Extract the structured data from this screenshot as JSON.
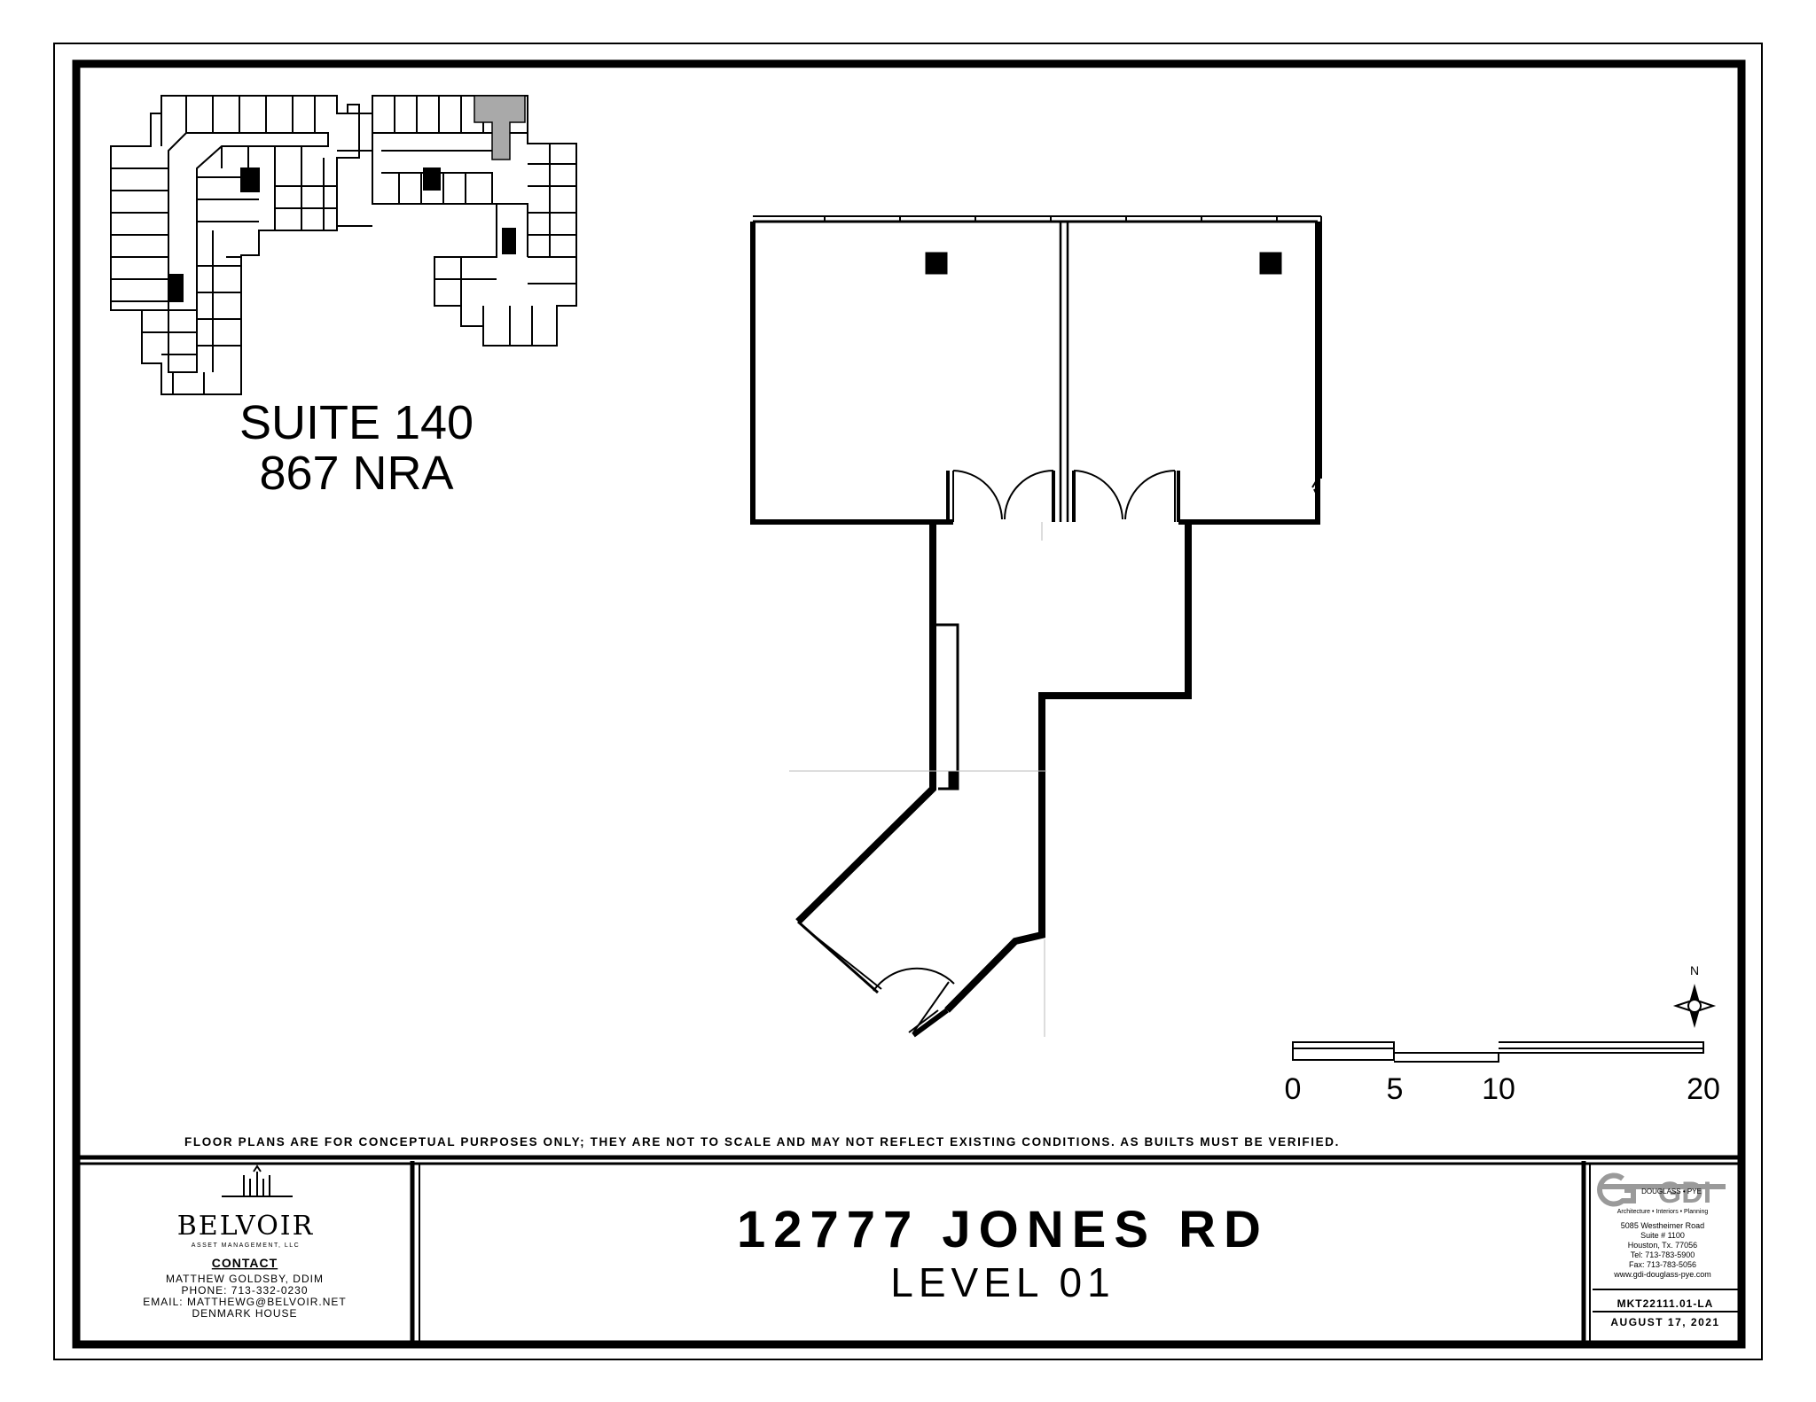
{
  "key_plan": {
    "suite_label": "SUITE 140",
    "area_label": "867 NRA",
    "highlight_color": "#a9a9a9"
  },
  "floor_plan": {
    "wall_color": "#000000",
    "north_label": "N"
  },
  "scale_bar": {
    "ticks": [
      "0",
      "5",
      "10",
      "20"
    ]
  },
  "disclaimer": "Floor plans are for conceptual purposes only; they are not to scale and may not reflect existing conditions.  As Builts must be verified.",
  "title_block": {
    "logo_name": "BELVOIR",
    "logo_sub": "ASSET MANAGEMENT, LLC",
    "contact_heading": "CONTACT",
    "contact_lines": [
      "MATTHEW GOLDSBY, DDIM",
      "PHONE: 713-332-0230",
      "EMAIL: MATTHEWG@BELVOIR.NET",
      "DENMARK HOUSE"
    ],
    "address": "12777 JONES RD",
    "level": "LEVEL 01",
    "firm_logo": "GDI",
    "firm_tag": "DOUGLASS • PYE",
    "firm_lines": [
      "Architecture • Interiors • Planning",
      "5085 Westheimer Road",
      "Suite # 1100",
      "Houston, Tx. 77056",
      "Tel: 713-783-5900",
      "Fax: 713-783-5056",
      "www.gdi-douglass-pye.com"
    ],
    "project_no": "MKT22111.01-LA",
    "date": "AUGUST 17, 2021"
  }
}
